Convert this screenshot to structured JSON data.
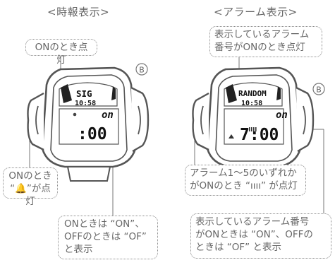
{
  "left": {
    "heading": "<時報表示>",
    "callout_top": "ONのとき点灯",
    "callout_left_line1": "ONのとき",
    "callout_left_line2": "“🔔”が点灯",
    "callout_bottom_lines": [
      "ONときは “ON”、",
      "OFFのときは “OF”",
      "と表示"
    ],
    "lcd_top": "SIG",
    "lcd_time_small": "10:58",
    "lcd_on": "on",
    "lcd_main": ":00",
    "button_label": "B"
  },
  "right": {
    "heading": "<アラーム表示>",
    "callout_top_lines": [
      "表示しているアラーム",
      "番号がONのとき点灯"
    ],
    "callout_middle_lines": [
      "アラーム1～5のいずれか",
      "がONのとき “ıııı” が点灯"
    ],
    "callout_bottom_lines": [
      "表示しているアラーム番号",
      "がONときは “ON”、OFFの",
      "ときは “OF” と表示"
    ],
    "lcd_top": "RANDOM",
    "lcd_time_small": "10:58",
    "lcd_on": "on",
    "lcd_main": "7:00",
    "button_label": "B"
  }
}
